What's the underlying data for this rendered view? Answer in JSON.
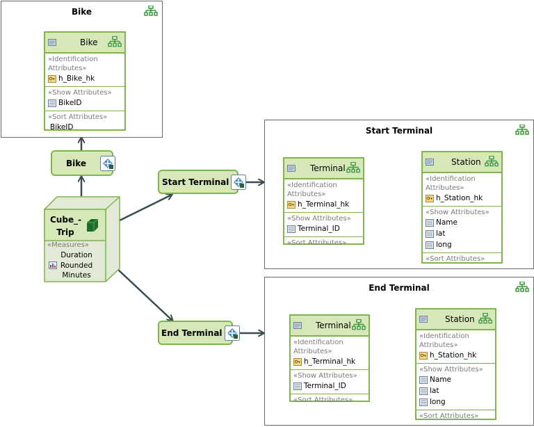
{
  "frames": {
    "bike": {
      "title": "Bike"
    },
    "start_terminal": {
      "title": "Start Terminal"
    },
    "end_terminal": {
      "title": "End Terminal"
    }
  },
  "labels": {
    "identification": "«Identification Attributes»",
    "show": "«Show Attributes»",
    "sort": "«Sort Attributes»",
    "measures": "«Measures»"
  },
  "bike_class": {
    "name": "Bike",
    "id_attr": "h_Bike_hk",
    "show_attr": "BikeID",
    "sort_attr": "BikeID"
  },
  "start": {
    "terminal": {
      "name": "Terminal",
      "id_attr": "h_Terminal_hk",
      "show_attr": "Terminal_ID"
    },
    "station": {
      "name": "Station",
      "id_attr": "h_Station_hk",
      "show_attrs": [
        "Name",
        "lat",
        "long"
      ]
    }
  },
  "end": {
    "terminal": {
      "name": "Terminal",
      "id_attr": "h_Terminal_hk",
      "show_attr": "Terminal_ID"
    },
    "station": {
      "name": "Station",
      "id_attr": "h_Station_hk",
      "show_attrs": [
        "Name",
        "lat",
        "long"
      ]
    }
  },
  "dimensions": {
    "bike": "Bike",
    "start_terminal": "Start Terminal",
    "end_terminal": "End Terminal"
  },
  "cube": {
    "name": "Cube_-Trip",
    "measure": "Duration Rounded Minutes"
  },
  "colors": {
    "green_border": "#7fb44a",
    "green_fill": "#d7e8b8",
    "arrow": "#3a4a52",
    "frame_border": "#6a6a6a"
  }
}
